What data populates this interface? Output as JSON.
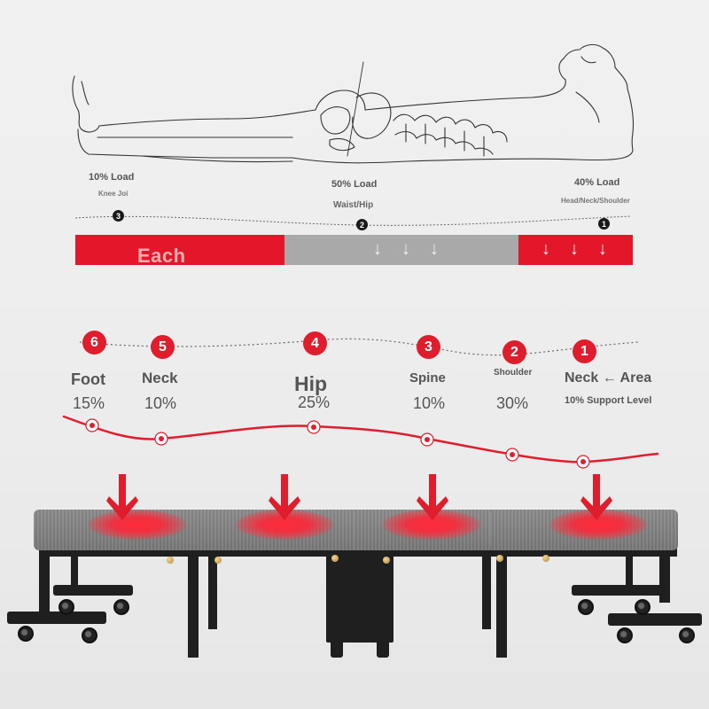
{
  "top_section": {
    "loads": [
      {
        "title": "10% Load",
        "sub": "Knee Joi",
        "marker": "3"
      },
      {
        "title": "50% Load",
        "sub": "Waist/Hip",
        "marker": "2"
      },
      {
        "title": "40% Load",
        "sub": "Head/Neck/Shoulder",
        "marker": "1"
      }
    ],
    "watermark": "Each",
    "zone_colors": {
      "red": "#e3162a",
      "gray": "#a9a9a9"
    }
  },
  "middle_section": {
    "points": [
      {
        "number": "6",
        "label": "Foot",
        "percent": "15%"
      },
      {
        "number": "5",
        "label": "Neck",
        "percent": "10%"
      },
      {
        "number": "4",
        "label": "Hip",
        "percent": "25%"
      },
      {
        "number": "3",
        "label": "Spine",
        "percent": "10%"
      },
      {
        "number": "2",
        "label": "Shoulder",
        "percent": "30%"
      },
      {
        "number": "1",
        "label": "Neck ← Area",
        "percent": "10% Support Level"
      }
    ],
    "accent_color": "#e01d2c"
  },
  "icons": [
    "down-arrow-icon",
    "number-marker-icon"
  ]
}
